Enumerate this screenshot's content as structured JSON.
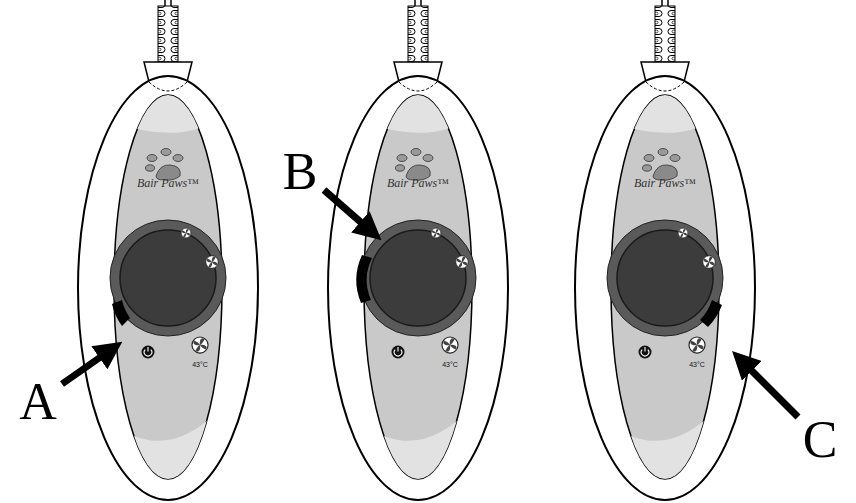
{
  "diagram": {
    "labels": [
      "Bair Paws™",
      "43°C",
      "A",
      "Bair Paws™",
      "43°C",
      "B",
      "Bair Paws™",
      "43°C",
      "C"
    ]
  }
}
